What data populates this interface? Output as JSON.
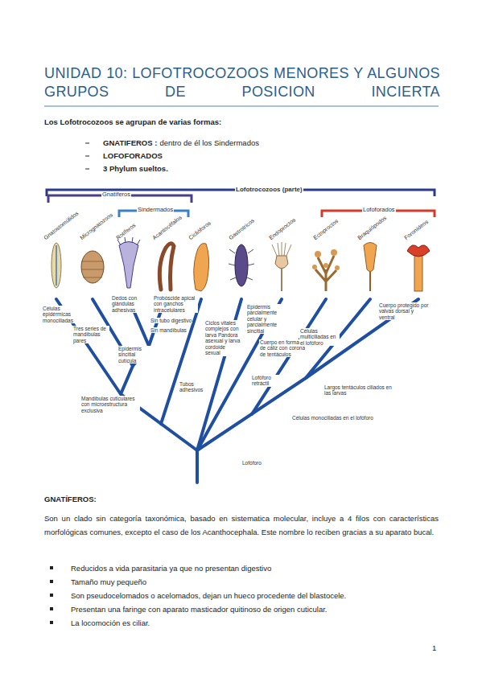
{
  "diagram": {
    "title": "UNIDAD 10: LOFOTROCOZOOS MENORES Y ALGUNOS GRUPOS DE POSICION INCIERTA",
    "labels": [
      "Los Lofotrocozoos se agrupan de varias formas:",
      "GNATIFEROS :",
      "dentro de él los Sindermados",
      "LOFOFORADOS",
      "3 Phylum sueltos.",
      "Lofotrocozoos (parte)",
      "Gnatíferos",
      "Sindermados",
      "Lofoforados",
      "Gnatostomúlidos",
      "Micrognatozoos",
      "Rotíferos",
      "Acantocéfalos",
      "Ciclióforos",
      "Gastrotricos",
      "Endoproctos",
      "Ectoproctos",
      "Braquiópodos",
      "Foronídeos",
      "Células epidérmicas monociliadas",
      "Tres series de mandíbulas pares",
      "Dedos con glándulas adhesivas",
      "Probóscide apical con ganchos intracelulares",
      "Sin tubo digestivo",
      "Sin mandíbulas",
      "Epidermis sincitial cutícula",
      "Mandíbulas cuticulares con microestructura exclusiva",
      "Ciclos vitales complejos con larva Pandora asexual y larva cordoide sexual",
      "Tubos adhesivos",
      "Epidermis parcialmente celular y parcialmente sincitial",
      "Cuerpo en forma de cáliz con corona de tentáculos",
      "Lofóforo retráctil",
      "Células multiciliadas en el lofóforo",
      "Cuerpo protegido por valvas dorsal y ventral",
      "Largos tentáculos ciliados en las larvas",
      "Células monociliadas en el lofóforo",
      "Lofóforo",
      "GNATÍFEROS:",
      "Son un clado sin categoría taxonómica, basado en sistematica molecular, incluye a 4 filos con características morfológicas comunes, excepto el caso de los Acanthocephala. Este nombre lo reciben gracias a su aparato bucal.",
      "Reducidos a vida parasitaria ya que no presentan digestivo",
      "Tamaño muy pequeño",
      "Son pseudocelomados o acelomados, dejan un hueco procedente del blastocele.",
      "Presentan una faringe con aparato masticador quitinoso de origen cuticular.",
      "La locomoción es ciliar.",
      "1"
    ]
  }
}
